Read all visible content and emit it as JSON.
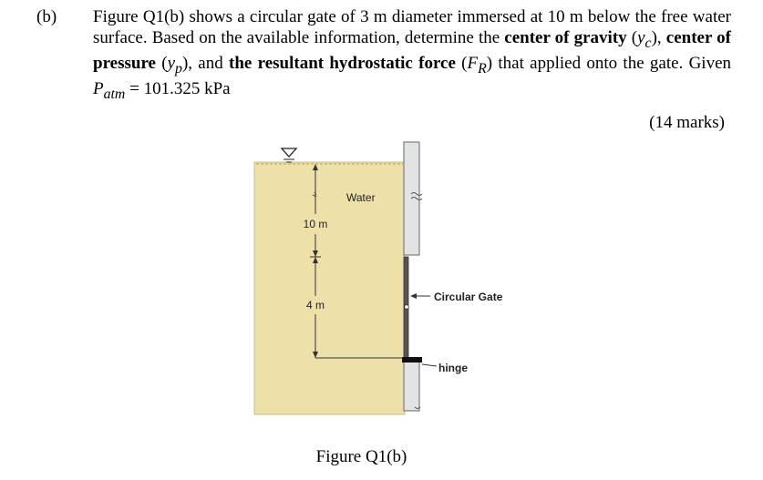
{
  "question": {
    "part_label": "(b)",
    "t1": "Figure Q1(b) shows a circular gate of 3 m diameter immersed at 10 m below the free water surface. Based on the available information, determine the ",
    "b1": "center of gravity",
    "t2": " (",
    "yc_var": "y",
    "yc_sub": "c",
    "t3": "), ",
    "b2": "center of pressure",
    "t4": " (",
    "yp_var": "y",
    "yp_sub": "p",
    "t5": "), and ",
    "b3": "the resultant hydrostatic force",
    "t6": " (",
    "fr_var": "F",
    "fr_sub": "R",
    "t7": ") that applied onto the gate. Given ",
    "patm_var": "P",
    "patm_sub": "atm",
    "t8": " = 101.325 kPa",
    "marks": "(14 marks)"
  },
  "figure": {
    "water_label": "Water",
    "depth_label": "10 m",
    "gate_label_dim": "4 m",
    "gate_label": "Circular Gate",
    "hinge_label": "hinge",
    "caption": "Figure Q1(b)",
    "colors": {
      "water": "#ede0a8",
      "water_border": "#c9bd87",
      "wall": "#e2e3e5",
      "wall_border": "#7b7d80",
      "gate": "#555555",
      "hinge": "#111111"
    }
  }
}
